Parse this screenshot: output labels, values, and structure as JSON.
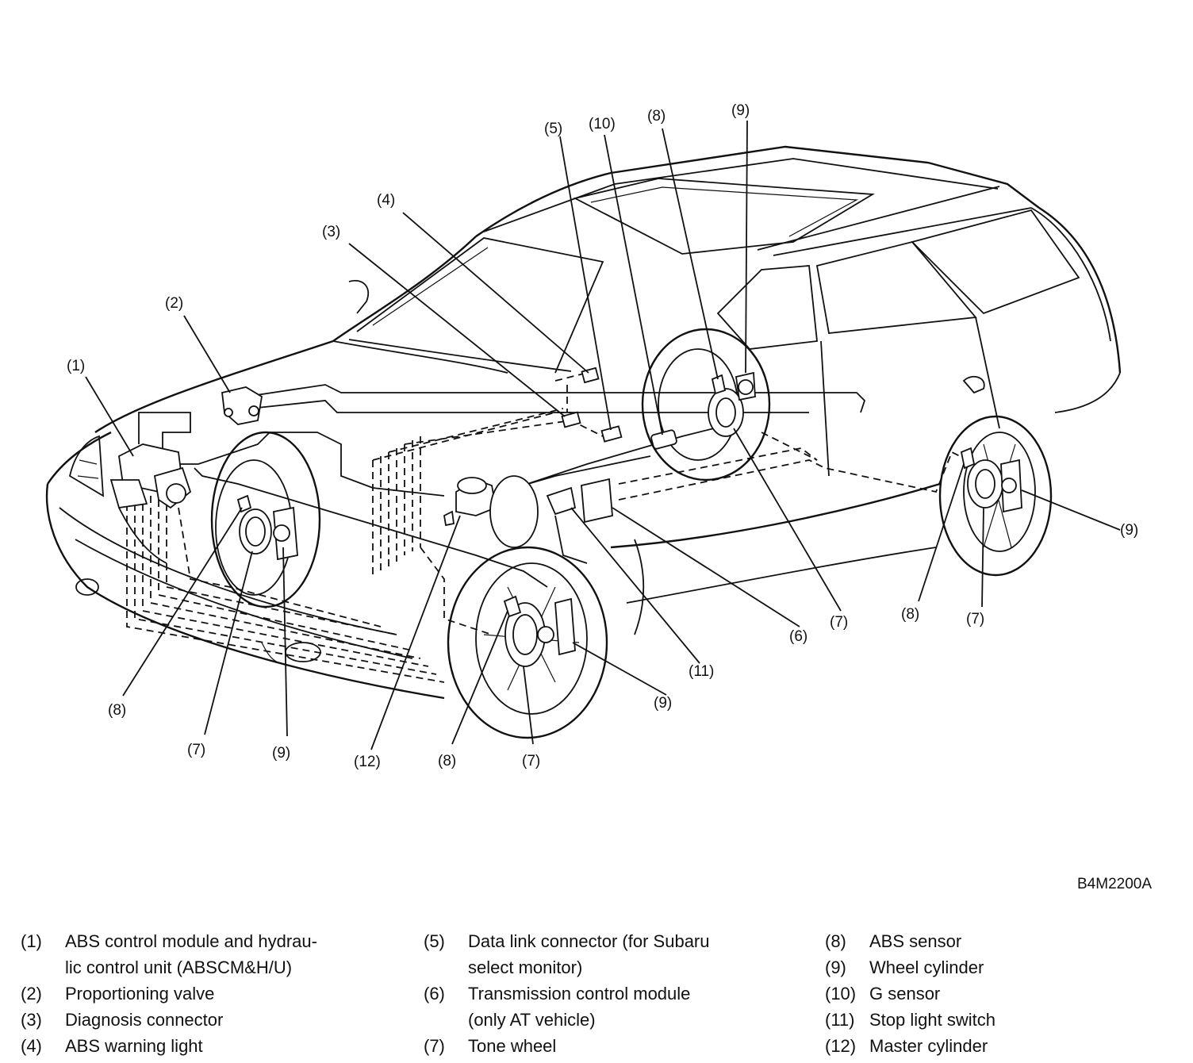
{
  "figure_code": "B4M2200A",
  "callouts": {
    "c1": "(1)",
    "c2": "(2)",
    "c3": "(3)",
    "c4": "(4)",
    "c5": "(5)",
    "c6": "(6)",
    "c7": "(7)",
    "c8": "(8)",
    "c9": "(9)",
    "c10": "(10)",
    "c11": "(11)",
    "c12": "(12)"
  },
  "legend": {
    "col1": [
      {
        "num": "(1)",
        "text": "ABS control module and hydrau-"
      },
      {
        "num": "",
        "text": "lic control unit (ABSCM&H/U)"
      },
      {
        "num": "(2)",
        "text": "Proportioning valve"
      },
      {
        "num": "(3)",
        "text": "Diagnosis connector"
      },
      {
        "num": "(4)",
        "text": "ABS warning light"
      }
    ],
    "col2": [
      {
        "num": "(5)",
        "text": "Data link connector (for Subaru"
      },
      {
        "num": "",
        "text": "select monitor)"
      },
      {
        "num": "(6)",
        "text": "Transmission control module"
      },
      {
        "num": "",
        "text": "(only AT vehicle)"
      },
      {
        "num": "(7)",
        "text": "Tone wheel"
      }
    ],
    "col3": [
      {
        "num": "(8)",
        "text": "ABS sensor"
      },
      {
        "num": "(9)",
        "text": "Wheel cylinder"
      },
      {
        "num": "(10)",
        "text": "G sensor"
      },
      {
        "num": "(11)",
        "text": "Stop light switch"
      },
      {
        "num": "(12)",
        "text": "Master cylinder"
      }
    ]
  }
}
